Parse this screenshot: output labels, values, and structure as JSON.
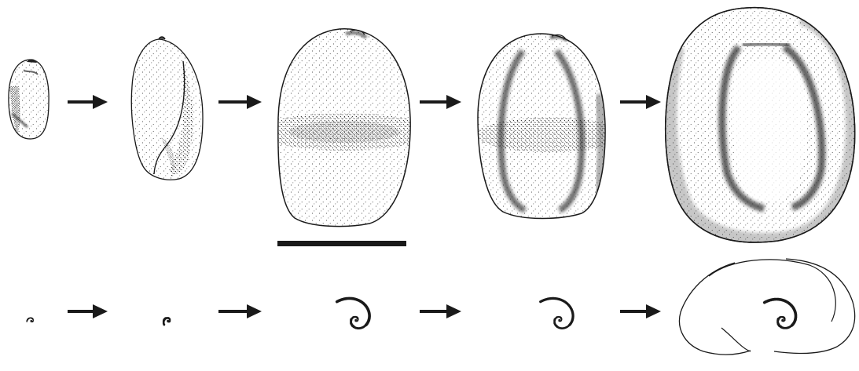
{
  "figure": {
    "rows": [
      {
        "id": "shell-outline-row",
        "stages": 5,
        "arrows": 4
      },
      {
        "id": "cross-section-spiral-row",
        "stages": 5,
        "arrows": 4
      }
    ],
    "scale_bar": {
      "label": ""
    },
    "colors": {
      "ink": "#1a1a1a",
      "stipple": "#222222",
      "background": "#ffffff"
    },
    "icons": [
      "arrow-right-icon",
      "shell-icon",
      "spiral-icon",
      "scale-bar-icon"
    ]
  }
}
